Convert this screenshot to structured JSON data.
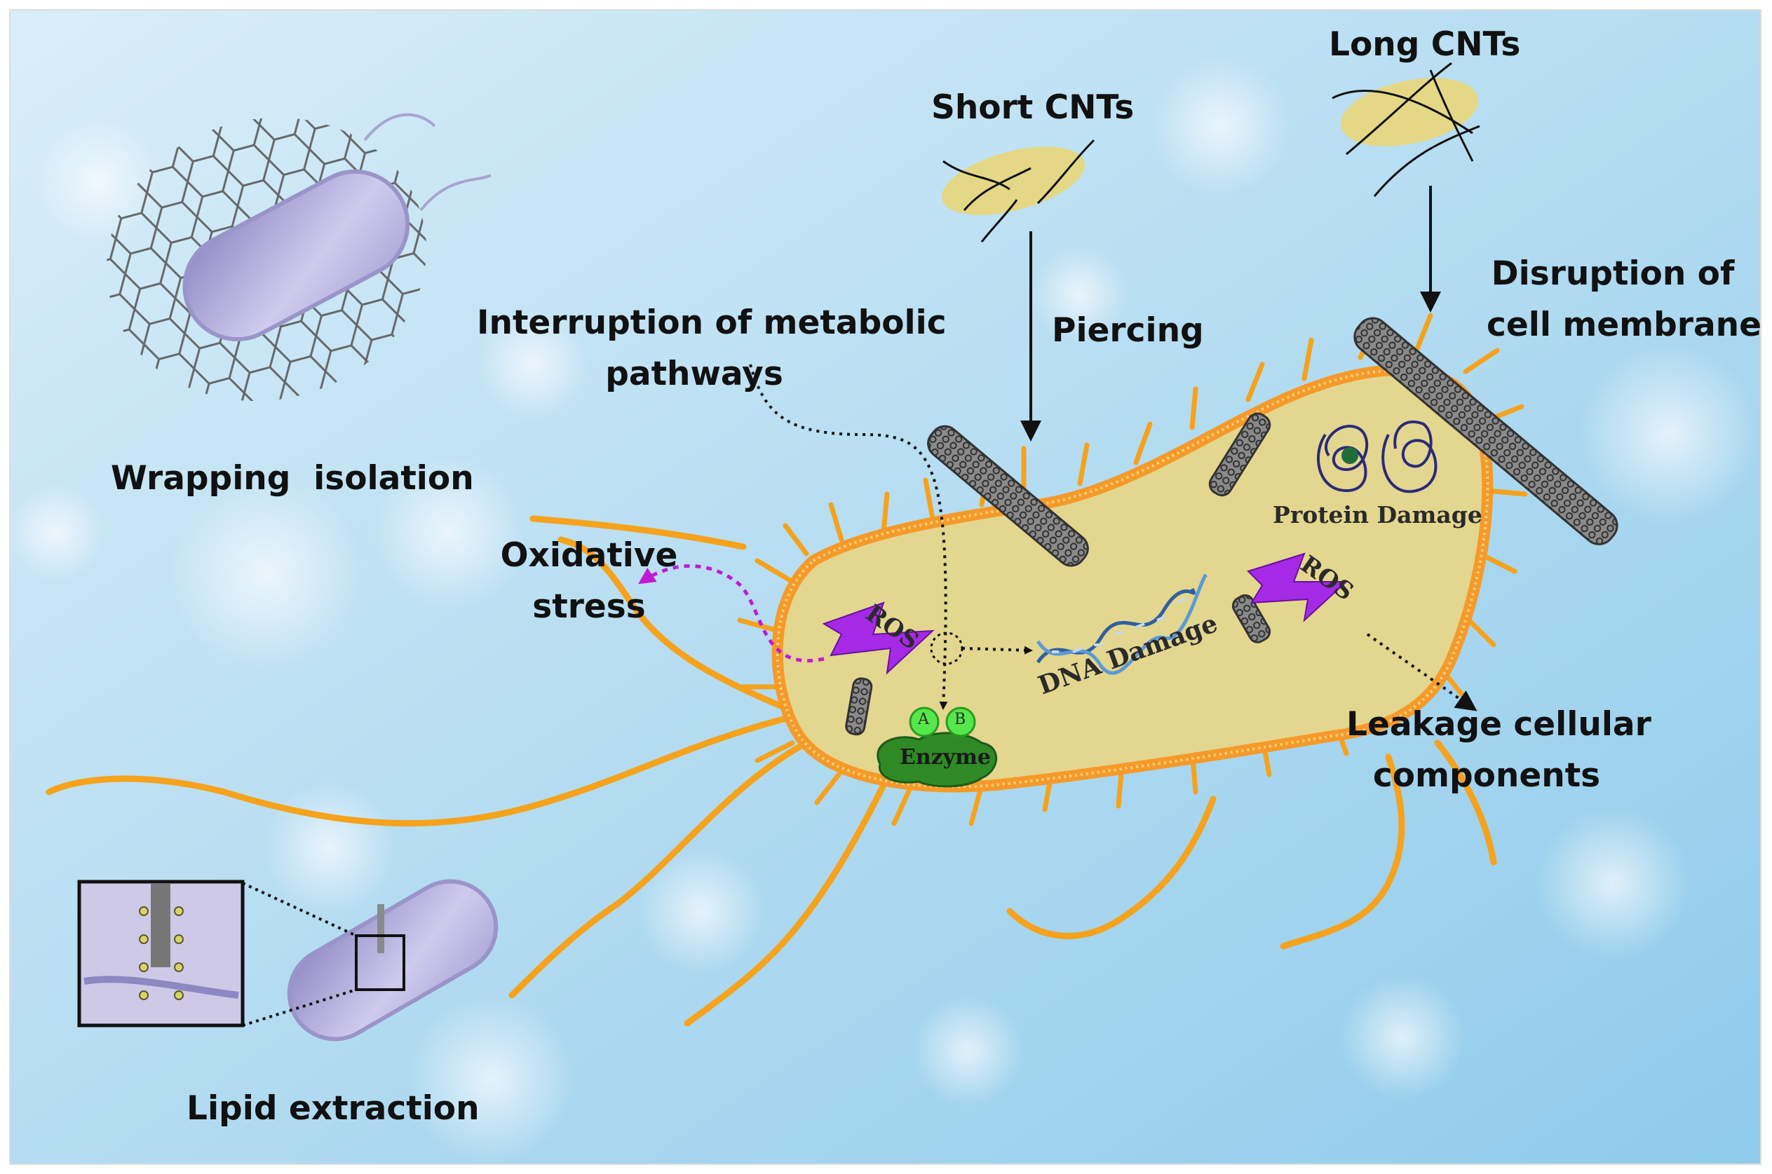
{
  "labels": {
    "short_cnts": "Short CNTs",
    "long_cnts": "Long CNTs",
    "piercing": "Piercing",
    "disruption_line1": "Disruption of",
    "disruption_line2": "cell membrane",
    "interruption_line1": "Interruption of metabolic",
    "interruption_line2": "pathways",
    "wrapping_isolation": "Wrapping  isolation",
    "oxidative_line1": "Oxidative",
    "oxidative_line2": "stress",
    "leakage_line1": "Leakage cellular",
    "leakage_line2": "components",
    "lipid_extraction": "Lipid extraction"
  },
  "inner_labels": {
    "ros_left": "ROS",
    "ros_right": "ROS",
    "protein_damage": "Protein Damage",
    "dna_damage": "DNA Damage",
    "enzyme": "Enzyme",
    "substrate_a": "A",
    "substrate_b": "B"
  },
  "colors": {
    "background": "#bfe2f3",
    "cell_body": "#e3d68f",
    "membrane": "#f59a2a",
    "flagella": "#f6a21c",
    "ros_bolt": "#a52ae6",
    "enzyme": "#2f8a26",
    "substrate": "#55e84a",
    "cnt": "#555555",
    "oxidative_arrow": "#c21ad6",
    "bacterium_small": "#b9b6dd"
  },
  "icons": [
    "carbon-nanotube-icon",
    "ros-lightning-icon",
    "dna-helix-icon",
    "protein-coil-icon",
    "enzyme-icon",
    "bacterium-icon"
  ]
}
